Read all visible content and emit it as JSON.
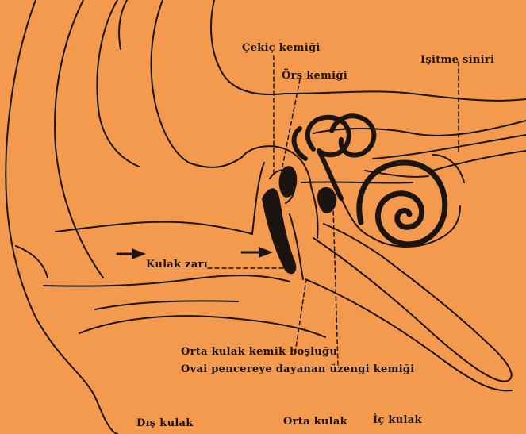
{
  "labels": {
    "cekic": "Çekiç kemiği",
    "ors": "Örs kemiği",
    "isitme": "Işitme siniri",
    "kulak_zari": "Kulak zarı",
    "orta_bosluk": "Orta kulak kemik boşluğu",
    "oval": "Ovai pencereye dayanan üzengi kemiği",
    "dis": "Dış kulak",
    "orta": "Orta kulak",
    "ic": "İç kulak"
  },
  "colors": {
    "background": "#f39a4f",
    "ink": "#1c1410"
  }
}
